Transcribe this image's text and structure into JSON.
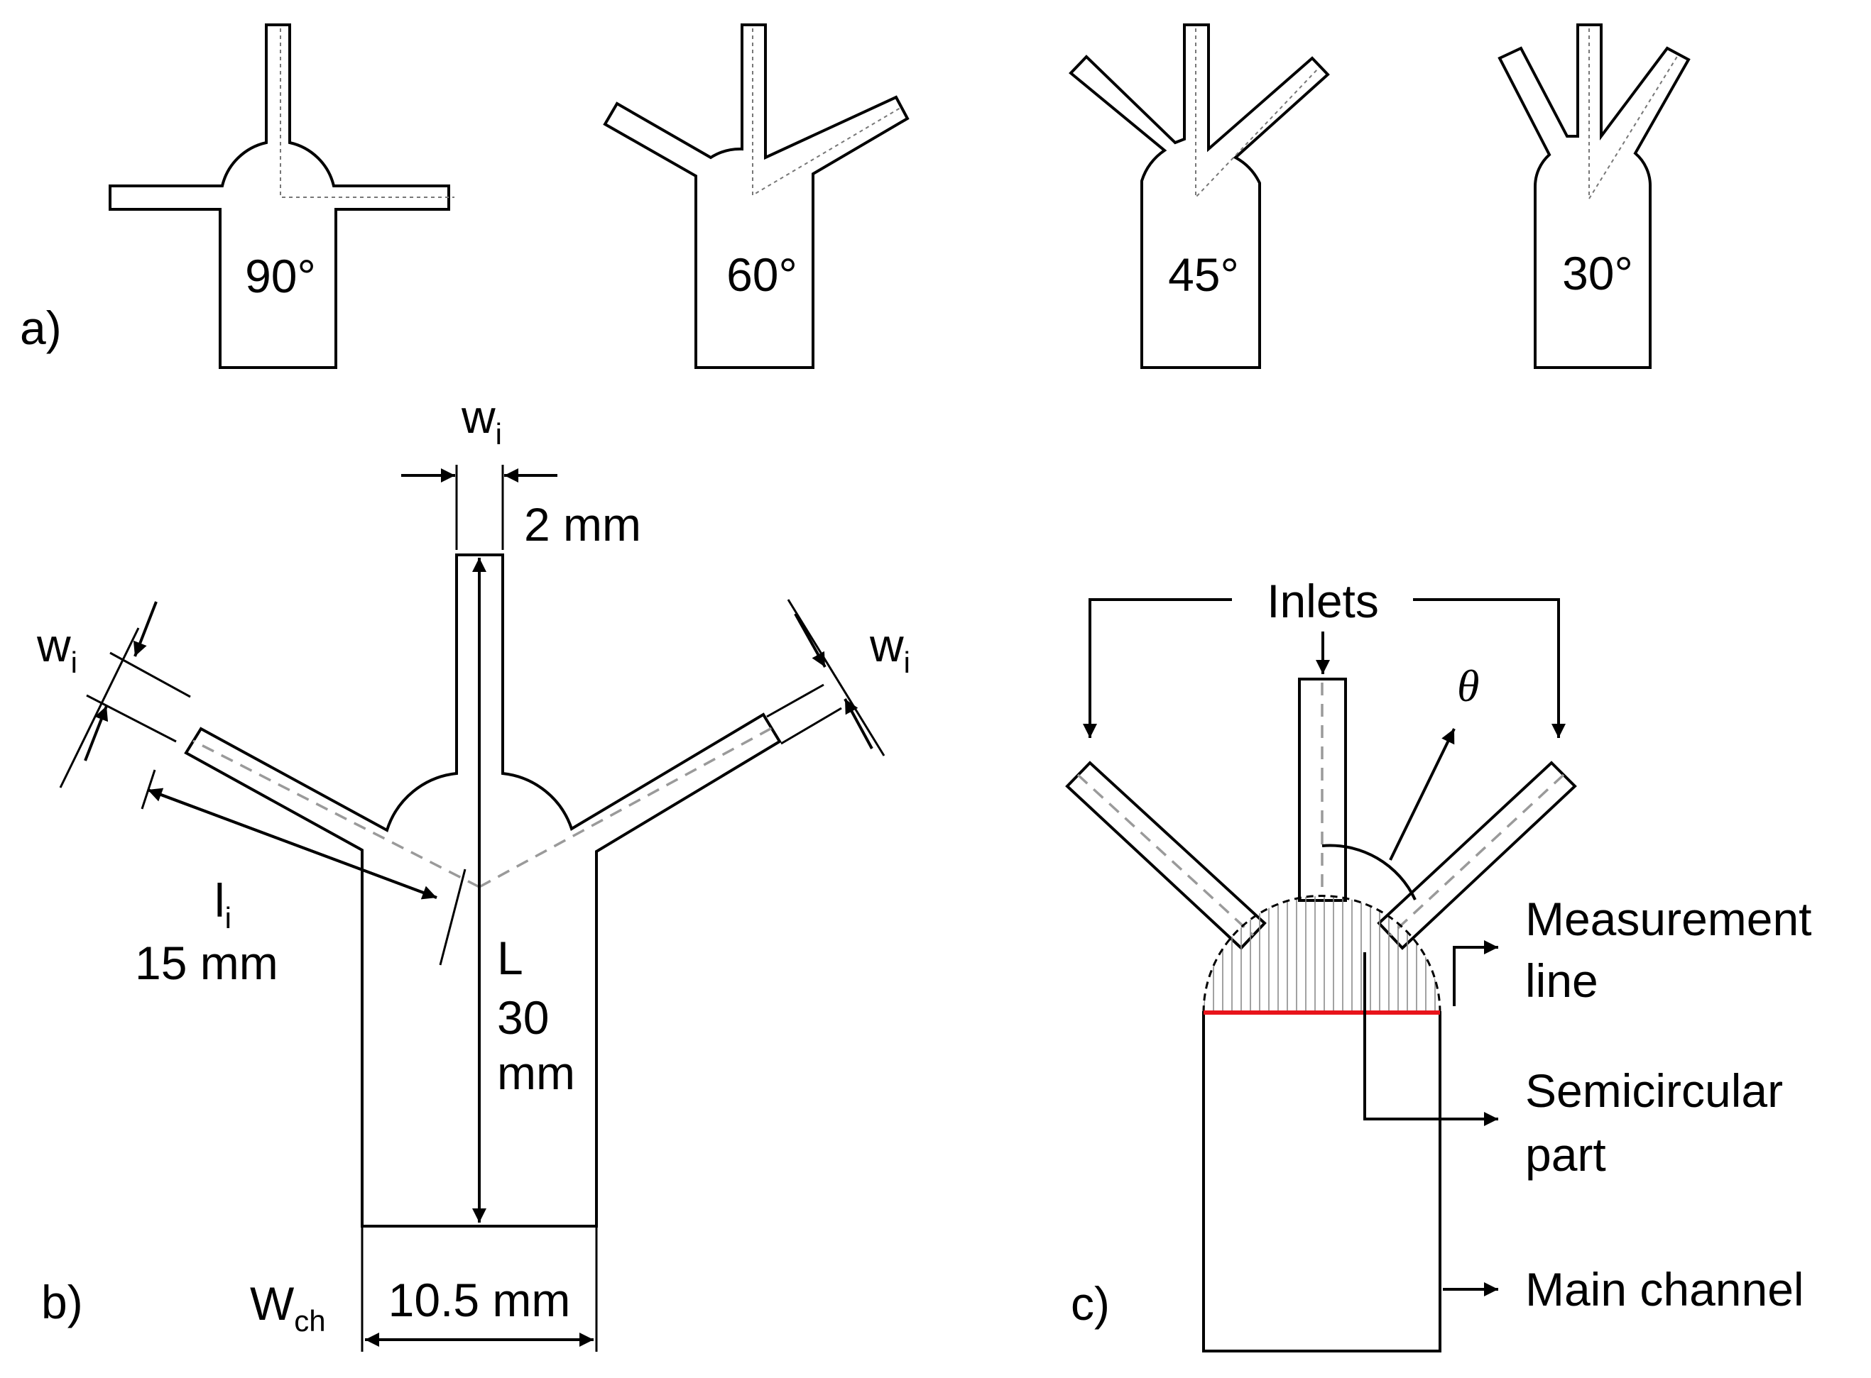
{
  "panel_a": {
    "label": "a)",
    "angles": [
      "90°",
      "60°",
      "45°",
      "30°"
    ]
  },
  "panel_b": {
    "label": "b)",
    "wi": "w",
    "wi_sub": "i",
    "wi_value": "2 mm",
    "li": "l",
    "li_sub": "i",
    "li_value": "15 mm",
    "L": "L",
    "L_value_1": "30",
    "L_value_2": "mm",
    "wch": "W",
    "wch_sub": "ch",
    "wch_value": "10.5 mm"
  },
  "panel_c": {
    "label": "c)",
    "inlets": "Inlets",
    "theta": "θ",
    "measurement_1": "Measurement",
    "measurement_2": "line",
    "semicircular_1": "Semicircular",
    "semicircular_2": "part",
    "main_channel": "Main channel"
  },
  "colors": {
    "measurement_line": "#e8141b",
    "centerline": "#9a9a9a"
  }
}
